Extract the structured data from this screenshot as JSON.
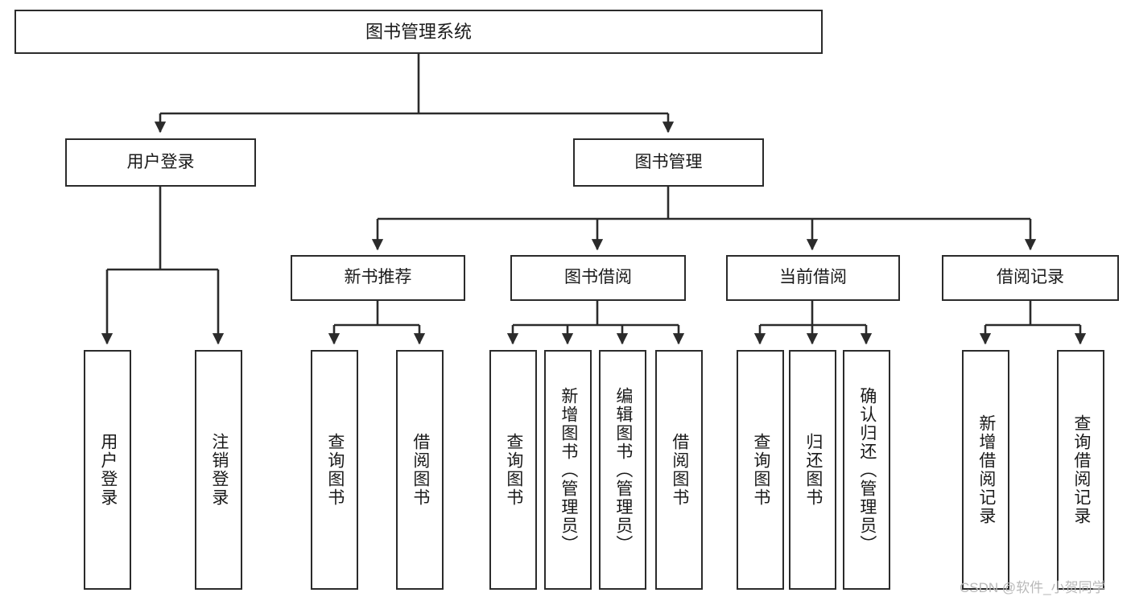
{
  "diagram": {
    "title": "图书管理系统",
    "type": "hierarchy-tree",
    "root": {
      "id": "root",
      "label": "图书管理系统"
    },
    "level2": [
      {
        "id": "user-login",
        "label": "用户登录"
      },
      {
        "id": "book-management",
        "label": "图书管理"
      }
    ],
    "level3": [
      {
        "id": "new-book-recommend",
        "label": "新书推荐"
      },
      {
        "id": "book-borrow",
        "label": "图书借阅"
      },
      {
        "id": "current-borrow",
        "label": "当前借阅"
      },
      {
        "id": "borrow-record",
        "label": "借阅记录"
      }
    ],
    "leaves": {
      "user_login": [
        {
          "id": "leaf-user-login",
          "label": "用户登录"
        },
        {
          "id": "leaf-logout-login",
          "label": "注销登录"
        }
      ],
      "new_book_recommend": [
        {
          "id": "leaf-query-book-1",
          "label": "查询图书"
        },
        {
          "id": "leaf-borrow-book-1",
          "label": "借阅图书"
        }
      ],
      "book_borrow": [
        {
          "id": "leaf-query-book-2",
          "label": "查询图书"
        },
        {
          "id": "leaf-add-book",
          "label": "新增图书（管理员）"
        },
        {
          "id": "leaf-edit-book",
          "label": "编辑图书（管理员）"
        },
        {
          "id": "leaf-borrow-book-2",
          "label": "借阅图书"
        }
      ],
      "current_borrow": [
        {
          "id": "leaf-query-book-3",
          "label": "查询图书"
        },
        {
          "id": "leaf-return-book",
          "label": "归还图书"
        },
        {
          "id": "leaf-confirm-return",
          "label": "确认归还（管理员）"
        }
      ],
      "borrow_record": [
        {
          "id": "leaf-add-record",
          "label": "新增借阅记录"
        },
        {
          "id": "leaf-query-record",
          "label": "查询借阅记录"
        }
      ]
    },
    "colors": {
      "stroke": "#2b2b2b",
      "fill": "#ffffff",
      "text": "#1a1a1a",
      "watermark": "#b9b9b9"
    }
  },
  "watermark": {
    "text": "CSDN @软件_小贺同学"
  }
}
